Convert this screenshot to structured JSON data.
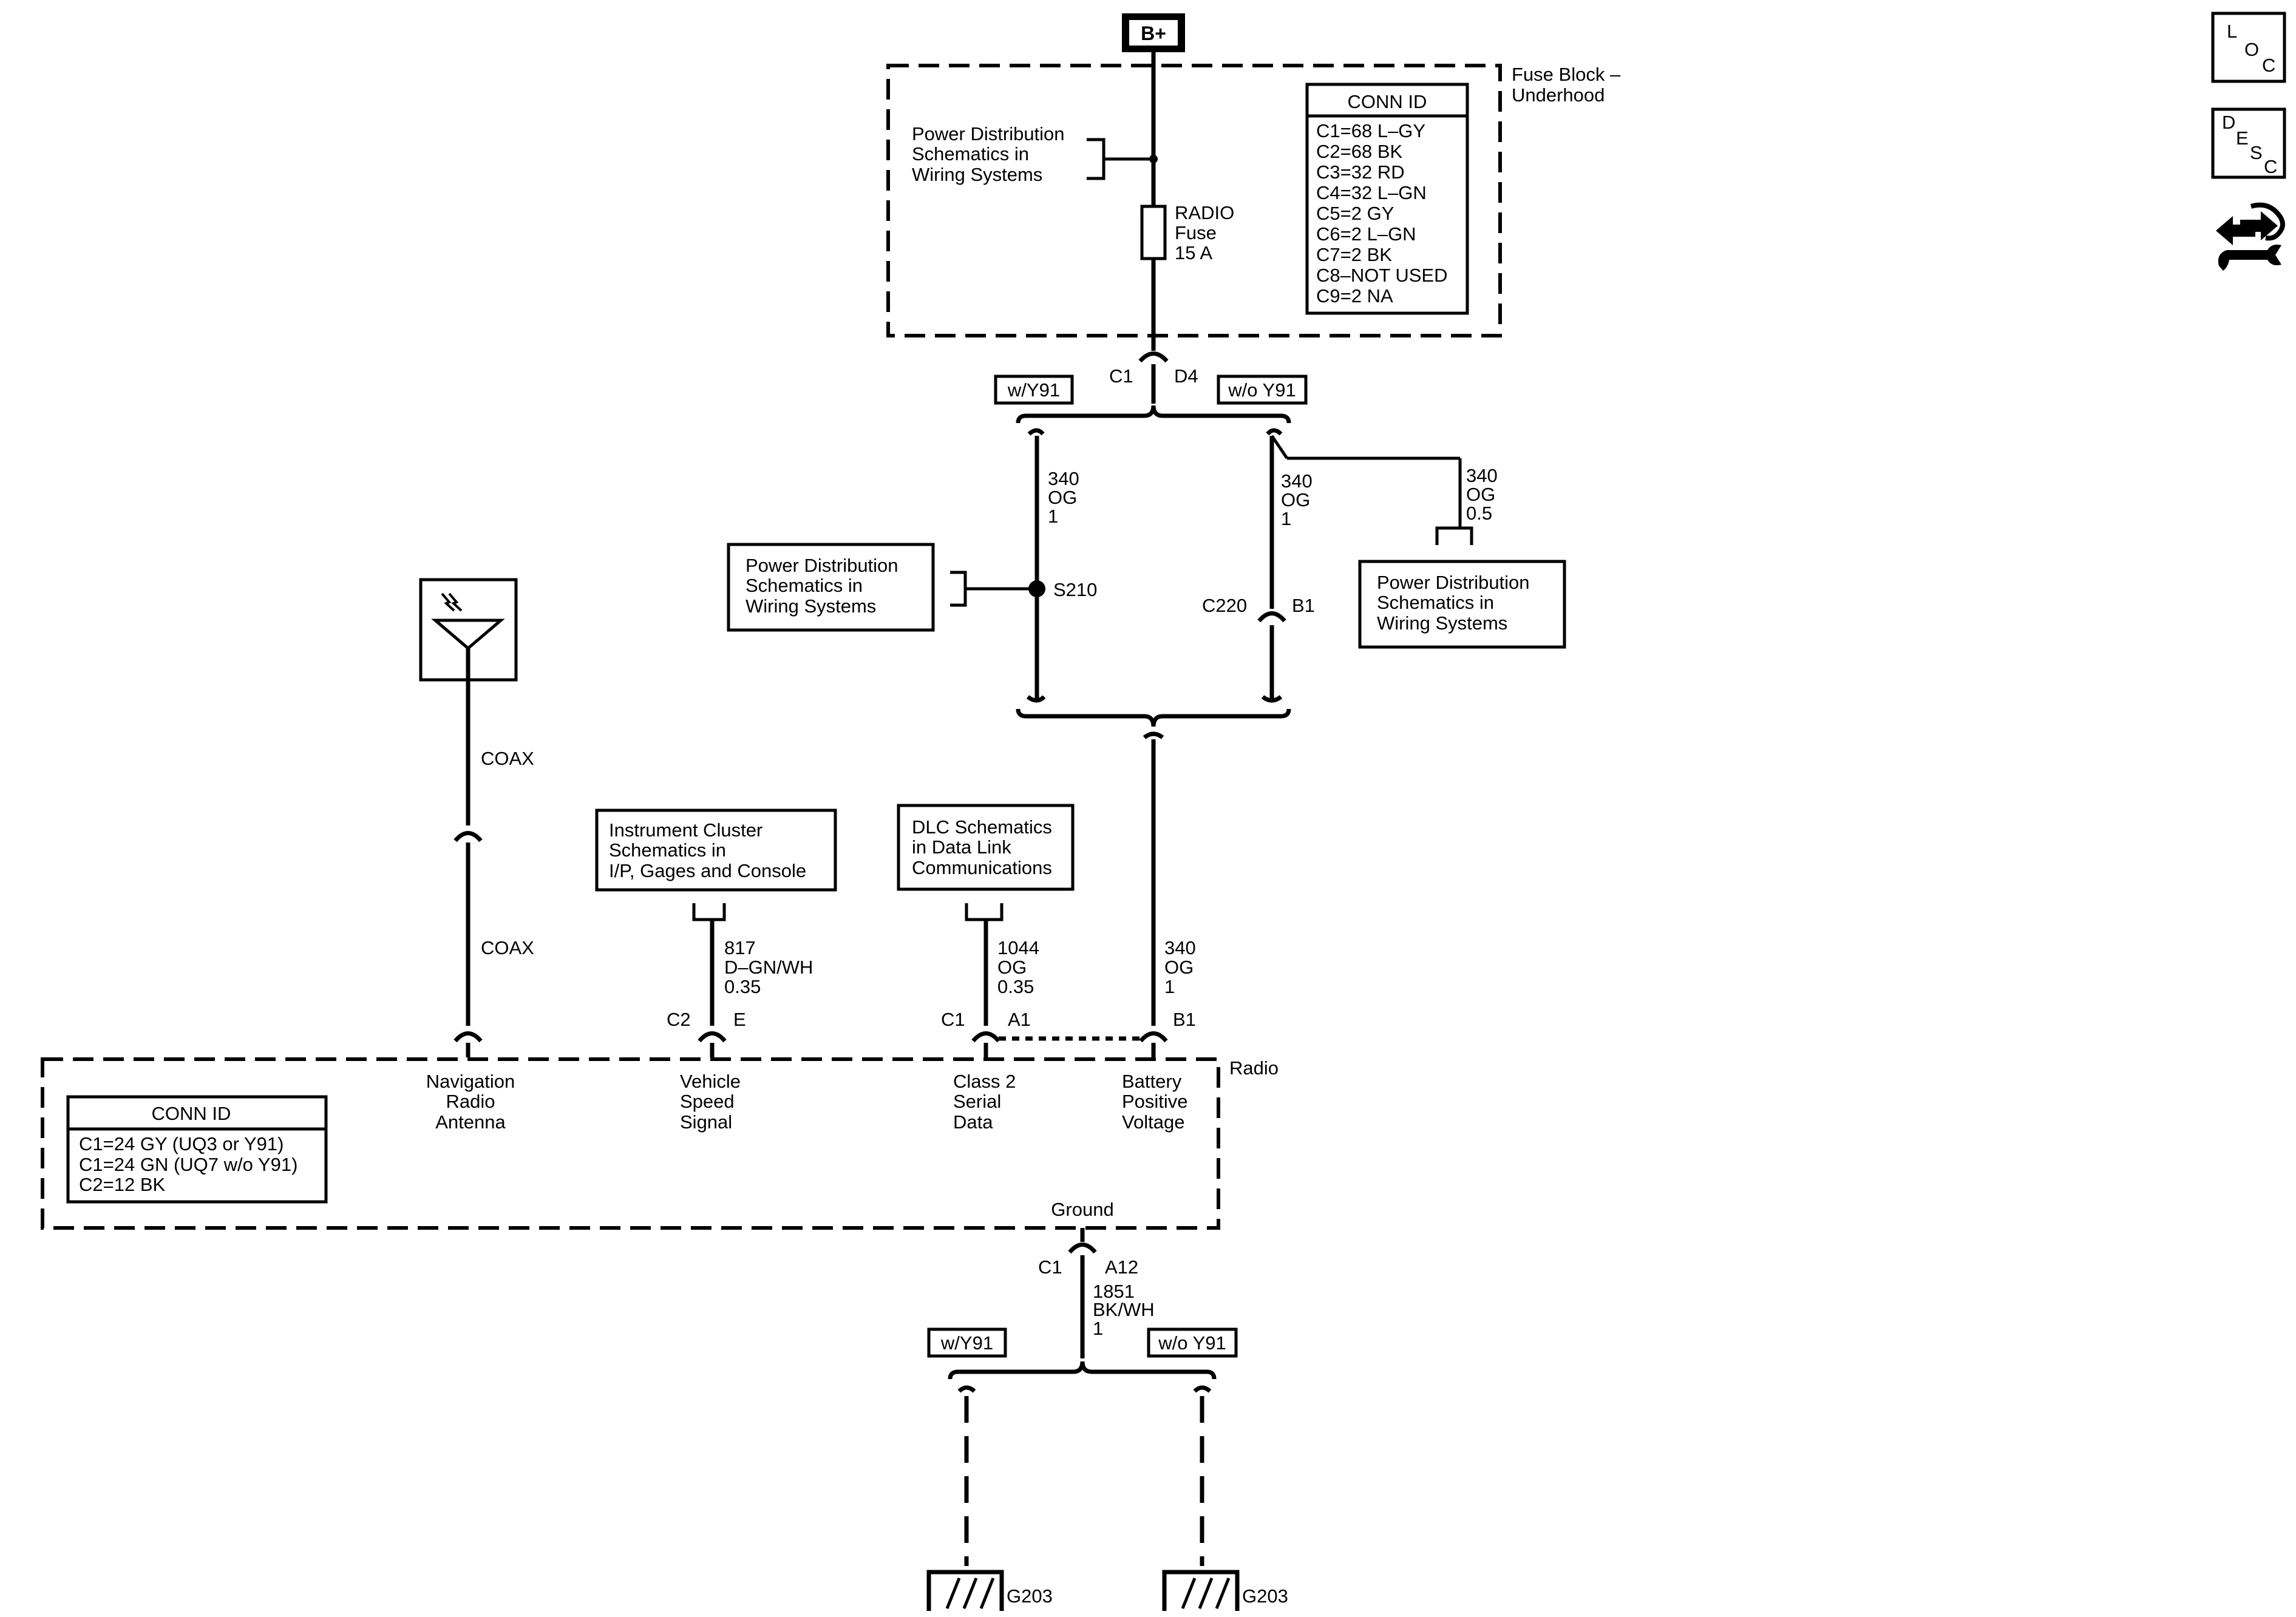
{
  "power_source": "B+",
  "fuse_block": {
    "label_line1": "Fuse Block –",
    "label_line2": "Underhood",
    "ref": [
      "Power Distribution",
      "Schematics in",
      "Wiring Systems"
    ],
    "fuse": [
      "RADIO",
      "Fuse",
      "15 A"
    ],
    "conn_title": "CONN ID",
    "conn_rows": [
      "C1=68 L–GY",
      "C2=68 BK",
      "C3=32 RD",
      "C4=32 L–GN",
      "C5=2 GY",
      "C6=2 L–GN",
      "C7=2 BK",
      "C8–NOT USED",
      "C9=2 NA"
    ],
    "out_conn": "C1",
    "out_pin": "D4"
  },
  "options": {
    "with": "w/Y91",
    "without": "w/o Y91"
  },
  "splice": {
    "id": "S210",
    "ref": [
      "Power Distribution",
      "Schematics in",
      "Wiring Systems"
    ],
    "wire": [
      "340",
      "OG",
      "1"
    ]
  },
  "right_branch": {
    "wire": [
      "340",
      "OG",
      "1"
    ],
    "conn": "C220",
    "pin": "B1",
    "tap_wire": [
      "340",
      "OG",
      "0.5"
    ],
    "ref": [
      "Power Distribution",
      "Schematics in",
      "Wiring Systems"
    ]
  },
  "antenna": {
    "coax_top": "COAX",
    "coax_bottom": "COAX"
  },
  "vss": {
    "ref": [
      "Instrument Cluster",
      "Schematics in",
      "I/P, Gages and Console"
    ],
    "wire": [
      "817",
      "D–GN/WH",
      "0.35"
    ],
    "conn": "C2",
    "pin": "E"
  },
  "dlc": {
    "ref": [
      "DLC Schematics",
      "in Data Link",
      "Communications"
    ],
    "wire": [
      "1044",
      "OG",
      "0.35"
    ],
    "conn": "C1",
    "pin": "A1"
  },
  "battery_feed": {
    "wire": [
      "340",
      "OG",
      "1"
    ],
    "pin": "B1"
  },
  "radio": {
    "label": "Radio",
    "pins": {
      "nav_antenna": [
        "Navigation",
        "Radio",
        "Antenna"
      ],
      "vss": [
        "Vehicle",
        "Speed",
        "Signal"
      ],
      "class2": [
        "Class 2",
        "Serial",
        "Data"
      ],
      "battery": [
        "Battery",
        "Positive",
        "Voltage"
      ]
    },
    "ground_label": "Ground",
    "conn_title": "CONN ID",
    "conn_rows": [
      "C1=24 GY (UQ3 or Y91)",
      "C1=24 GN (UQ7 w/o Y91)",
      "C2=12 BK"
    ]
  },
  "ground": {
    "conn": "C1",
    "pin": "A12",
    "wire": [
      "1851",
      "BK/WH",
      "1"
    ],
    "g_left": "G203",
    "g_right": "G203"
  },
  "side_icons": {
    "loc": [
      "L",
      "O",
      "C"
    ],
    "desc": [
      "D",
      "E",
      "S",
      "C"
    ],
    "nav_icon": "arrows-wrench-icon"
  }
}
